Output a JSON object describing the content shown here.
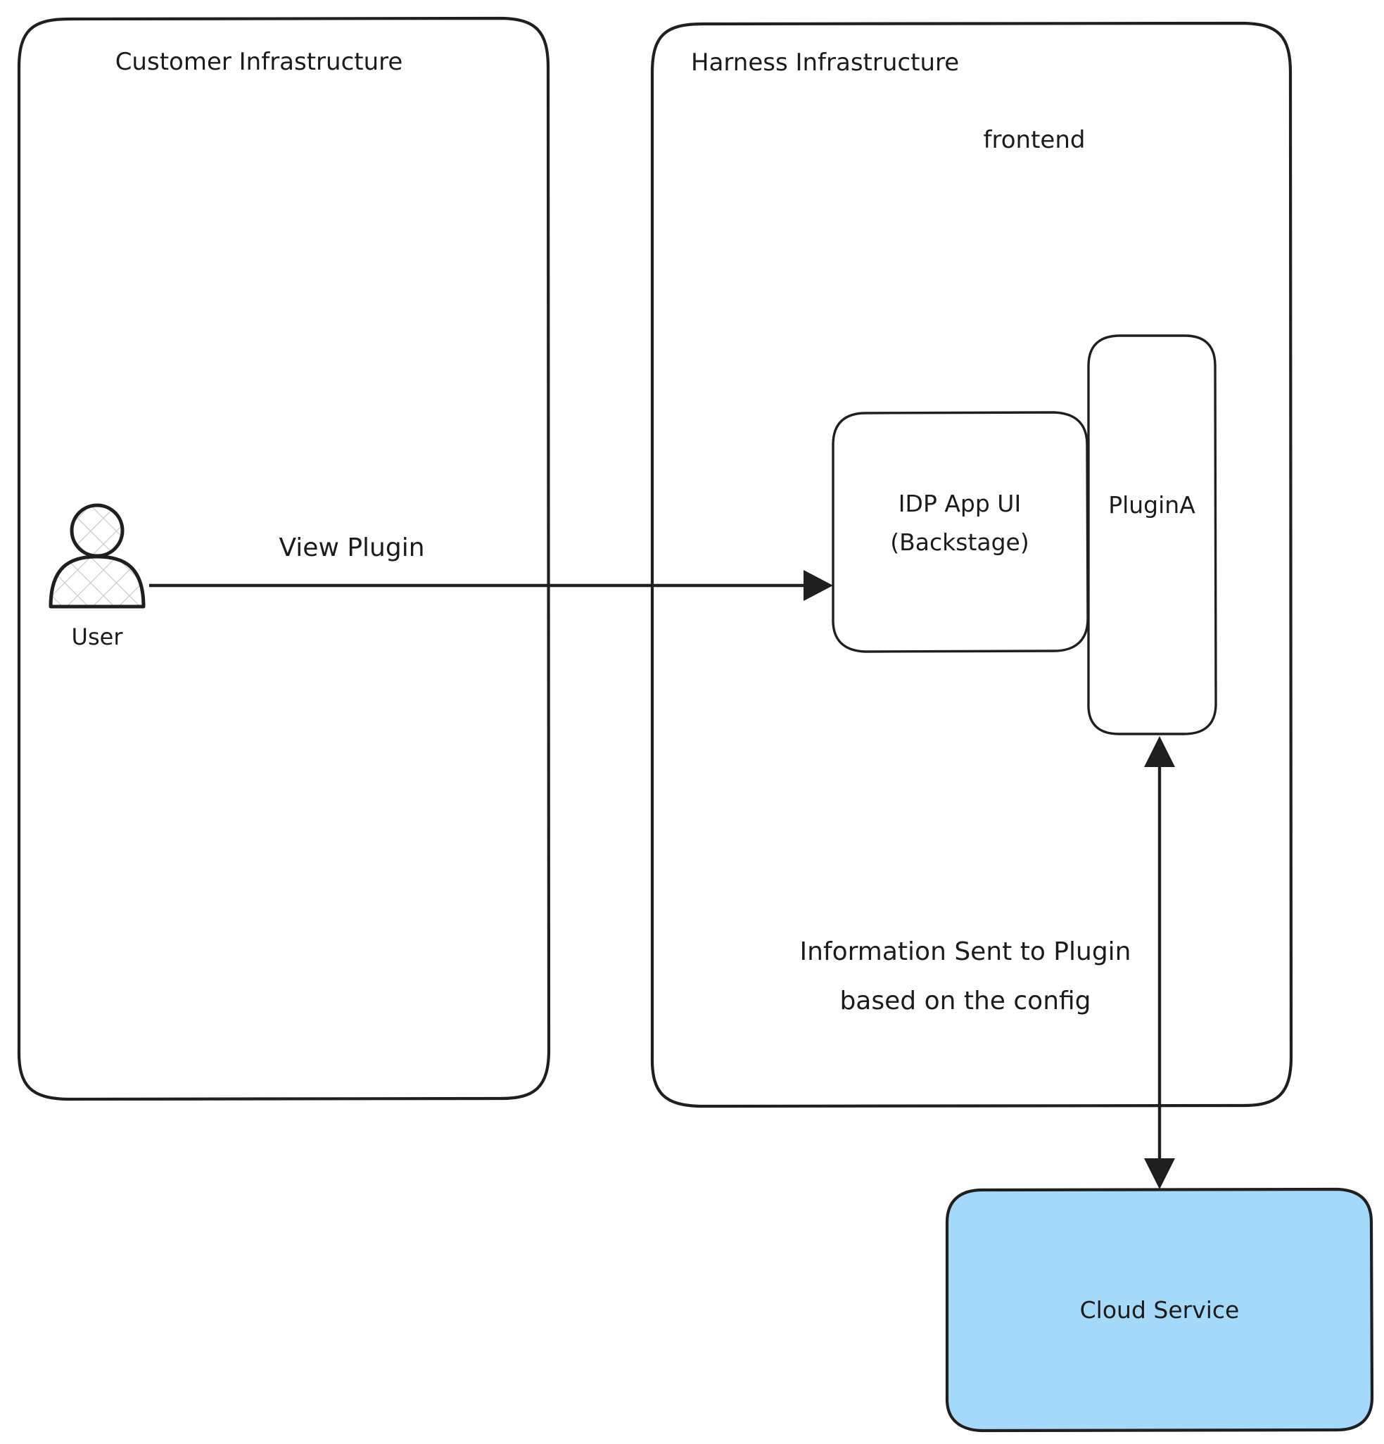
{
  "diagram": {
    "type": "architecture-flow",
    "background_color": "#ffffff",
    "stroke_color": "#1f1f1f",
    "text_color": "#1b1b1b",
    "containers": [
      {
        "id": "customer-infrastructure",
        "label": "Customer Infrastructure",
        "title_align": "center",
        "fill": "#ffffff"
      },
      {
        "id": "harness-infrastructure",
        "label": "Harness Infrastructure",
        "title_align": "left",
        "fill": "#ffffff"
      }
    ],
    "group_labels": [
      {
        "id": "frontend",
        "label": "frontend"
      }
    ],
    "nodes": [
      {
        "id": "user",
        "label": "User",
        "shape": "actor",
        "fill": "#ffffff",
        "pattern": "crosshatch"
      },
      {
        "id": "idp-app-ui",
        "label_line1": "IDP App UI",
        "label_line2": "(Backstage)",
        "shape": "rounded-rect",
        "fill": "#ffffff"
      },
      {
        "id": "plugin-a",
        "label": "PluginA",
        "shape": "rounded-rect",
        "fill": "#ffffff"
      },
      {
        "id": "cloud-service",
        "label": "Cloud Service",
        "shape": "rounded-rect",
        "fill": "#a5d9f9"
      }
    ],
    "edges": [
      {
        "id": "view-plugin",
        "from": "user",
        "to": "idp-app-ui",
        "label": "View Plugin",
        "direction": "one-way",
        "orientation": "horizontal"
      },
      {
        "id": "information-sent",
        "from": "cloud-service",
        "to": "plugin-a",
        "label_line1": "Information Sent to Plugin",
        "label_line2": "based on the config",
        "direction": "bidirectional",
        "orientation": "vertical"
      }
    ]
  }
}
